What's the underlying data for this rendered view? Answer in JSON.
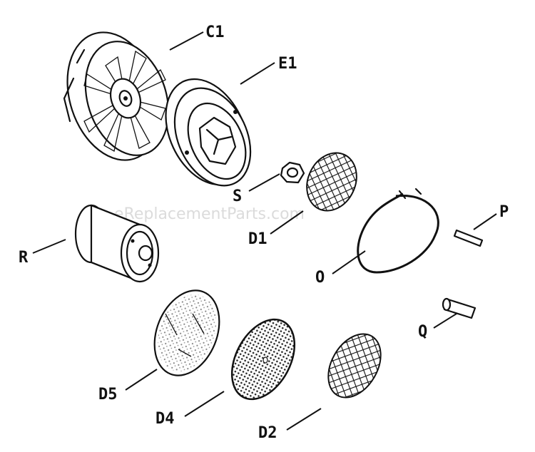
{
  "watermark": "eReplacementParts.com",
  "parts": [
    {
      "id": "C1",
      "label": "C1"
    },
    {
      "id": "E1",
      "label": "E1"
    },
    {
      "id": "S",
      "label": "S"
    },
    {
      "id": "D1",
      "label": "D1"
    },
    {
      "id": "R",
      "label": "R"
    },
    {
      "id": "O",
      "label": "O"
    },
    {
      "id": "P",
      "label": "P"
    },
    {
      "id": "Q",
      "label": "Q"
    },
    {
      "id": "D5",
      "label": "D5"
    },
    {
      "id": "D4",
      "label": "D4"
    },
    {
      "id": "D2",
      "label": "D2"
    }
  ]
}
